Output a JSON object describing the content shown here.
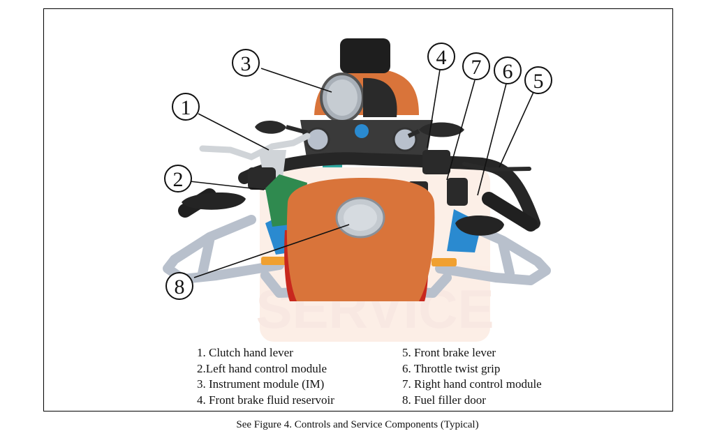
{
  "callouts": [
    {
      "num": "1",
      "label": "1. Clutch hand lever"
    },
    {
      "num": "2",
      "label": "2.Left hand control module"
    },
    {
      "num": "3",
      "label": "3. Instrument module (IM)"
    },
    {
      "num": "4",
      "label": "4. Front brake fluid reservoir"
    },
    {
      "num": "5",
      "label": "5. Front brake lever"
    },
    {
      "num": "6",
      "label": "6. Throttle twist grip"
    },
    {
      "num": "7",
      "label": "7. Right hand control module"
    },
    {
      "num": "8",
      "label": "8. Fuel filler door"
    }
  ],
  "watermark": "SERVICE",
  "caption": "See Figure 4. Controls and Service Components (Typical)",
  "colors": {
    "tank": "#d9743a",
    "frame": "#b8c0cc",
    "red": "#c8281e",
    "green": "#2f8a4f",
    "blue": "#2a8ad0",
    "black": "#222222"
  }
}
